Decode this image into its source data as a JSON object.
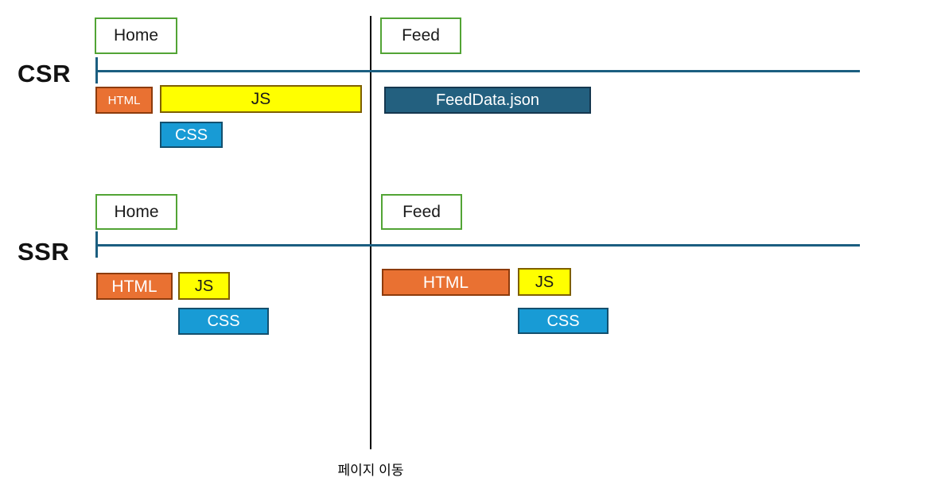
{
  "labels": {
    "csr": "CSR",
    "ssr": "SSR",
    "page_move": "페이지 이동"
  },
  "colors": {
    "page_box_border_green": "#52A435",
    "timeline_blue": "#1B5E80",
    "html_bar_fill": "#E97132",
    "html_bar_border": "#8D3B0C",
    "js_bar_fill": "#FFFF00",
    "js_bar_border": "#7F6000",
    "css_bar_fill": "#189BD5",
    "css_bar_border": "#14506E",
    "feeddata_bar_fill": "#23607F",
    "feeddata_bar_border": "#15374F",
    "divider_black": "#000000"
  },
  "csr": {
    "home_label": "Home",
    "feed_label": "Feed",
    "bars": {
      "html": "HTML",
      "js": "JS",
      "css": "CSS",
      "feeddata": "FeedData.json"
    }
  },
  "ssr": {
    "home_label": "Home",
    "feed_label": "Feed",
    "left_bars": {
      "html": "HTML",
      "js": "JS",
      "css": "CSS"
    },
    "right_bars": {
      "html": "HTML",
      "js": "JS",
      "css": "CSS"
    }
  }
}
